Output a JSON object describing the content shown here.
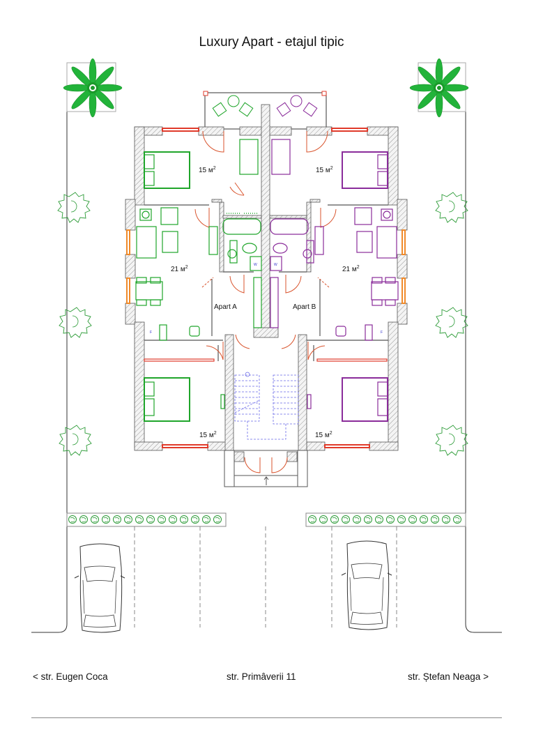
{
  "title": "Luxury Apart - etajul tipic",
  "colors": {
    "wall_hatch": "#888888",
    "window": "#e03a2a",
    "door": "#d9532c",
    "apart_a_furniture": "#1fa52a",
    "apart_b_furniture": "#8a2c9a",
    "stairs": "#6a6ae8",
    "greenery": "#22aa33",
    "outline": "#333333"
  },
  "plan": {
    "apartments": [
      {
        "label": "Apart A",
        "rooms": [
          {
            "name": "bedroom-top",
            "area": "15 м²",
            "area_num": "15 м",
            "sup": "2"
          },
          {
            "name": "living-kitchen",
            "area": "21 м²",
            "area_num": "21 м",
            "sup": "2"
          },
          {
            "name": "bedroom-bottom",
            "area": "15 м²",
            "area_num": "15 м",
            "sup": "2"
          }
        ],
        "appliance_labels": {
          "washer": "W",
          "fridge": "F"
        }
      },
      {
        "label": "Apart B",
        "rooms": [
          {
            "name": "bedroom-top",
            "area": "15 м²",
            "area_num": "15 м",
            "sup": "2"
          },
          {
            "name": "living-kitchen",
            "area": "21 м²",
            "area_num": "21 м",
            "sup": "2"
          },
          {
            "name": "bedroom-bottom",
            "area": "15 м²",
            "area_num": "15 м",
            "sup": "2"
          }
        ],
        "appliance_labels": {
          "washer": "W",
          "fridge": "F"
        }
      }
    ]
  },
  "streets": {
    "left": "< str. Eugen Coca",
    "center": "str. Primâverii 11",
    "right": "str. Ștefan Neaga >"
  }
}
